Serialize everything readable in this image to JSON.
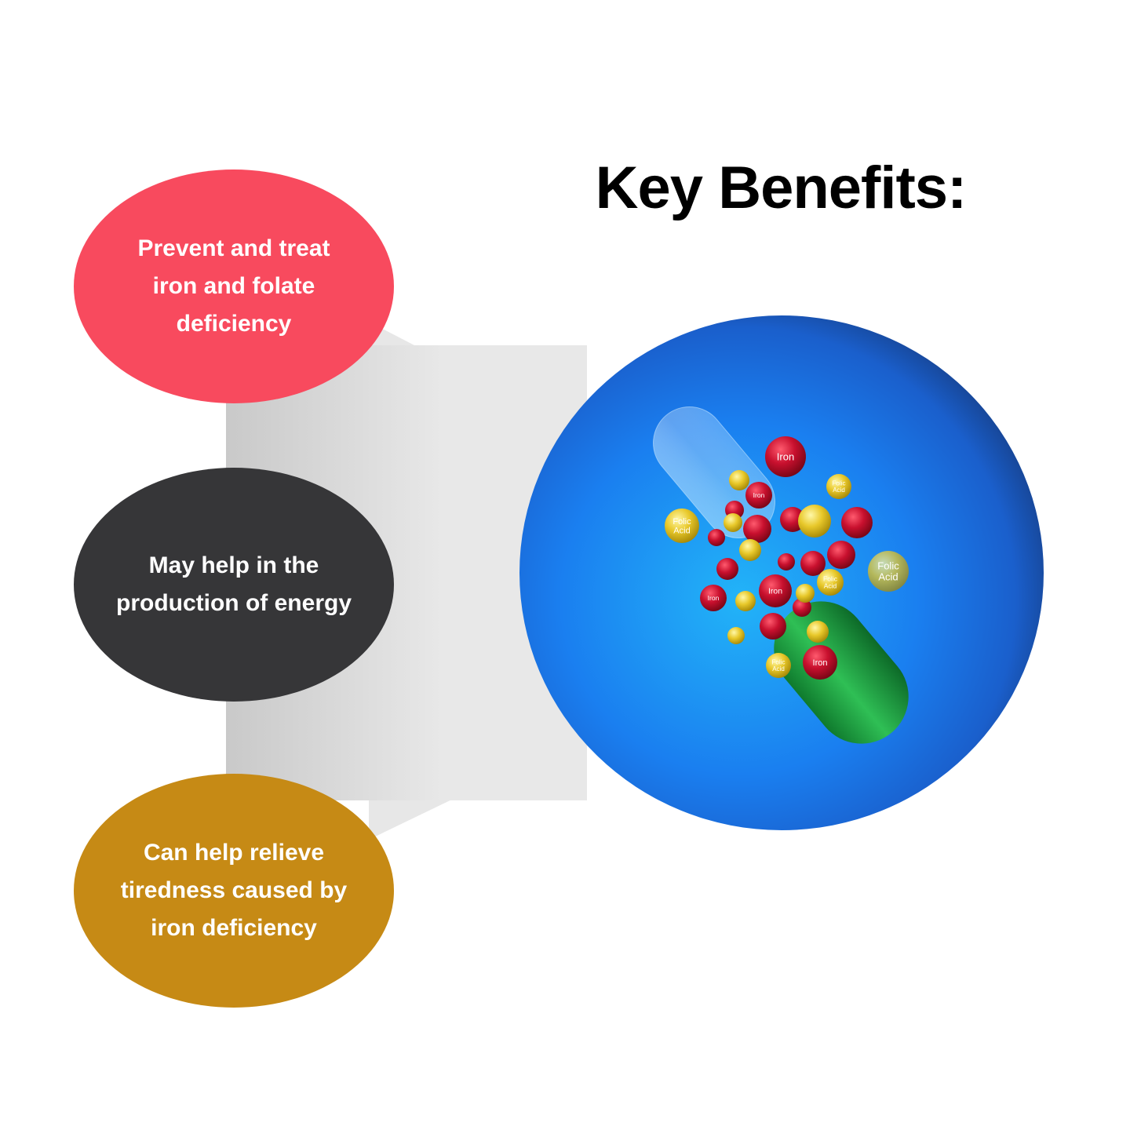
{
  "title": "Key Benefits:",
  "benefits": [
    {
      "text": "Prevent and treat iron and folate deficiency",
      "color": "#f84a5e"
    },
    {
      "text": "May help in the production of energy",
      "color": "#363638"
    },
    {
      "text": "Can help relieve tiredness caused by iron deficiency",
      "color": "#c68a15"
    }
  ],
  "image": {
    "sphere_color": "#1a7ff0",
    "capsule_color": "#23b14a",
    "particles": [
      {
        "label": "Iron",
        "kind": "iron"
      },
      {
        "label": "Iron",
        "kind": "iron"
      },
      {
        "label": "Iron",
        "kind": "iron"
      },
      {
        "label": "Iron",
        "kind": "iron"
      },
      {
        "label": "Iron",
        "kind": "iron"
      },
      {
        "label": "Folic Acid",
        "kind": "folic"
      },
      {
        "label": "Folic Acid",
        "kind": "folic"
      },
      {
        "label": "Folic Acid",
        "kind": "folic"
      },
      {
        "label": "Folic Acid",
        "kind": "folic"
      },
      {
        "label": "Folic Acid",
        "kind": "folic"
      }
    ],
    "colors": {
      "iron": "#c8102e",
      "folic": "#e8c82a",
      "connector": "#e6e6e6"
    }
  }
}
